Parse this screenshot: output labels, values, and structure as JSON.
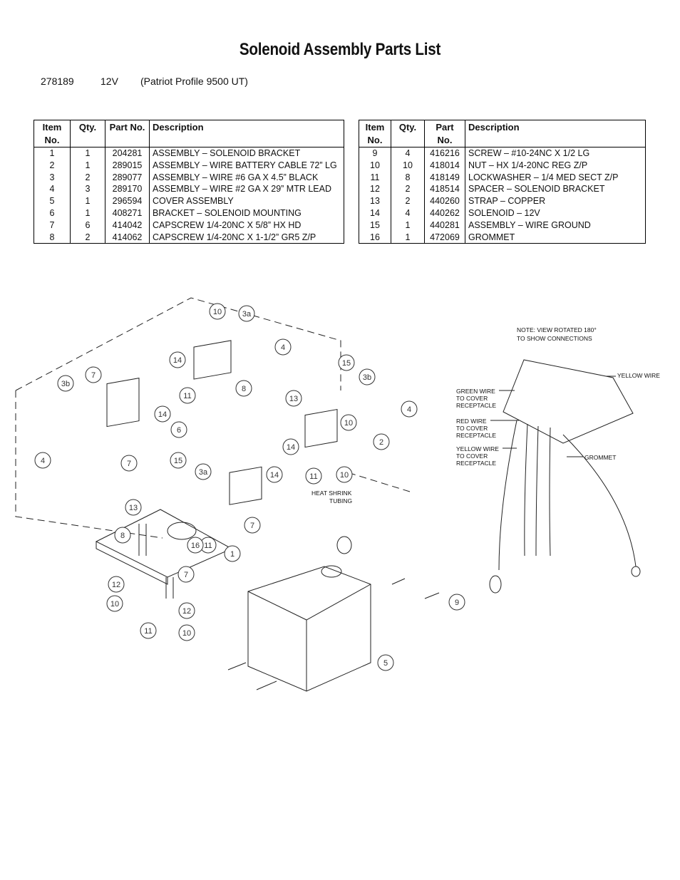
{
  "title": "Solenoid Assembly Parts List",
  "model": {
    "number": "278189",
    "voltage": "12V",
    "name": "(Patriot Profile 9500 UT)"
  },
  "table_headers": {
    "item": "Item No.",
    "qty": "Qty.",
    "part": "Part No.",
    "desc": "Description"
  },
  "parts_left": [
    {
      "item": "1",
      "qty": "1",
      "part": "204281",
      "desc": "ASSEMBLY – SOLENOID BRACKET"
    },
    {
      "item": "2",
      "qty": "1",
      "part": "289015",
      "desc": "ASSEMBLY – WIRE BATTERY CABLE 72” LG"
    },
    {
      "item": "3",
      "qty": "2",
      "part": "289077",
      "desc": "ASSEMBLY – WIRE #6 GA X 4.5” BLACK"
    },
    {
      "item": "4",
      "qty": "3",
      "part": "289170",
      "desc": "ASSEMBLY – WIRE #2 GA X 29” MTR LEAD"
    },
    {
      "item": "5",
      "qty": "1",
      "part": "296594",
      "desc": "COVER ASSEMBLY"
    },
    {
      "item": "6",
      "qty": "1",
      "part": "408271",
      "desc": "BRACKET – SOLENOID MOUNTING"
    },
    {
      "item": "7",
      "qty": "6",
      "part": "414042",
      "desc": "CAPSCREW 1/4-20NC X 5/8” HX HD"
    },
    {
      "item": "8",
      "qty": "2",
      "part": "414062",
      "desc": "CAPSCREW 1/4-20NC X 1-1/2” GR5 Z/P"
    }
  ],
  "parts_right": [
    {
      "item": "9",
      "qty": "4",
      "part": "416216",
      "desc": "SCREW – #10-24NC X 1/2 LG"
    },
    {
      "item": "10",
      "qty": "10",
      "part": "418014",
      "desc": "NUT – HX 1/4-20NC REG Z/P"
    },
    {
      "item": "11",
      "qty": "8",
      "part": "418149",
      "desc": "LOCKWASHER – 1/4 MED SECT Z/P"
    },
    {
      "item": "12",
      "qty": "2",
      "part": "418514",
      "desc": "SPACER – SOLENOID BRACKET"
    },
    {
      "item": "13",
      "qty": "2",
      "part": "440260",
      "desc": "STRAP – COPPER"
    },
    {
      "item": "14",
      "qty": "4",
      "part": "440262",
      "desc": "SOLENOID – 12V"
    },
    {
      "item": "15",
      "qty": "1",
      "part": "440281",
      "desc": "ASSEMBLY – WIRE GROUND"
    },
    {
      "item": "16",
      "qty": "1",
      "part": "472069",
      "desc": "GROMMET"
    }
  ],
  "diagram": {
    "callouts": [
      "10",
      "3a",
      "4",
      "14",
      "8",
      "11",
      "6",
      "13",
      "15",
      "3b",
      "7",
      "14",
      "3b",
      "7",
      "4",
      "13",
      "15",
      "14",
      "3a",
      "7",
      "2",
      "10",
      "11",
      "10",
      "4",
      "14",
      "11",
      "1",
      "16",
      "8",
      "12",
      "10",
      "7",
      "12",
      "11",
      "10",
      "5",
      "9"
    ],
    "labels": {
      "heat_shrink": "HEAT SHRINK",
      "tubing": "TUBING",
      "note_line1": "NOTE: VIEW ROTATED 180°",
      "note_line2": "TO SHOW CONNECTIONS",
      "green_1": "GREEN WIRE",
      "green_2": "TO COVER",
      "green_3": "RECEPTACLE",
      "red_1": "RED WIRE",
      "red_2": "TO COVER",
      "red_3": "RECEPTACLE",
      "yellow_1": "YELLOW WIRE",
      "yellow_2": "TO COVER",
      "yellow_3": "RECEPTACLE",
      "yellow_wire": "YELLOW WIRE",
      "grommet": "GROMMET"
    }
  }
}
